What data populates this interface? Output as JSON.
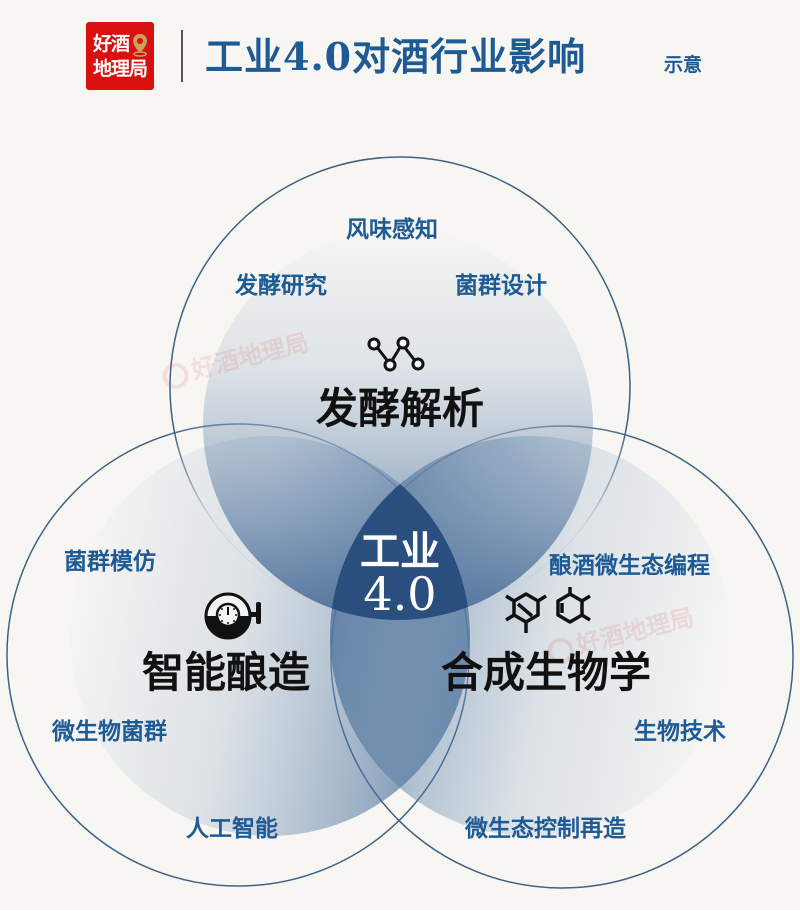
{
  "header": {
    "logo_line1": "好酒",
    "logo_line2": "地理局",
    "title": "工业4.0对酒行业影响",
    "subtitle": "示意"
  },
  "colors": {
    "accent_blue": "#1e5b94",
    "logo_red": "#d8100f",
    "center_dark": "#2a4f7e",
    "background": "#f7f6f3"
  },
  "center": {
    "line1": "工业",
    "line2": "4.0"
  },
  "sections": {
    "top": {
      "title": "发酵解析",
      "icon": "network-nodes-icon",
      "items": [
        "风味感知",
        "发酵研究",
        "菌群设计"
      ]
    },
    "left": {
      "title": "智能酿造",
      "icon": "brewing-gauge-icon",
      "items": [
        "菌群模仿",
        "微生物菌群",
        "人工智能"
      ]
    },
    "right": {
      "title": "合成生物学",
      "icon": "molecule-icon",
      "items": [
        "酿酒微生态编程",
        "生物技术",
        "微生态控制再造"
      ]
    }
  },
  "watermark": "好酒地理局"
}
